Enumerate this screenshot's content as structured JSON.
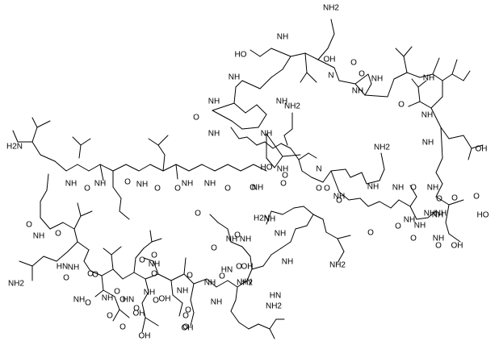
{
  "molecule": {
    "kind": "peptide structural formula",
    "atom_labels": [
      "NH2",
      "NH",
      "HO",
      "OH",
      "O",
      "N",
      "NH2",
      "NH",
      "NH",
      "NH",
      "O",
      "NH",
      "NH",
      "HO",
      "O",
      "O",
      "NH",
      "NH",
      "NH",
      "NH",
      "NH",
      "OH",
      "O",
      "H2N",
      "NH",
      "NH",
      "O",
      "O",
      "NH",
      "NH",
      "NH",
      "O",
      "O",
      "O",
      "NH",
      "O",
      "N",
      "O",
      "NH",
      "O",
      "O",
      "NH",
      "O",
      "NH",
      "NH",
      "O",
      "NH",
      "NH",
      "NH2",
      "O",
      "NH",
      "HO",
      "O",
      "NH",
      "O",
      "O",
      "NH",
      "O",
      "NH",
      "O",
      "NH",
      "O",
      "OH",
      "O",
      "NH",
      "O",
      "HN",
      "NH",
      "O",
      "O",
      "O",
      "NH2",
      "NH",
      "O",
      "NH",
      "O",
      "HN",
      "O",
      "OH",
      "O",
      "NH",
      "O",
      "NH",
      "O",
      "NH",
      "O",
      "HN",
      "HN",
      "NH2",
      "NH",
      "NH2",
      "H2N",
      "NH",
      "O",
      "O",
      "NH",
      "O",
      "NH",
      "NH",
      "O",
      "OH",
      "O",
      "O",
      "OH",
      "O",
      "O",
      "O",
      "NH",
      "HN",
      "NH2",
      "O",
      "NH",
      "O",
      "OH",
      "O",
      "OH"
    ]
  }
}
